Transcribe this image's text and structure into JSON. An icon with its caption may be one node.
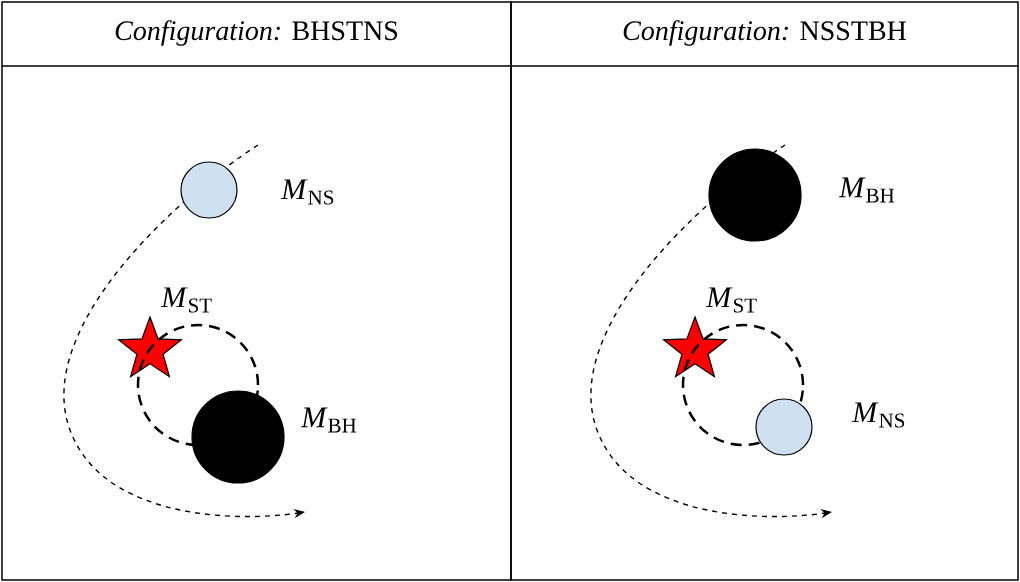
{
  "diagram": {
    "nodes": [
      {
        "text": [
          "*Configuration:* BHSTNS"
        ]
      },
      {
        "text": [],
        "shape": "circle",
        "in": 0,
        "beside": [
          "*M*$_{NS}$"
        ]
      },
      {
        "text": [],
        "shape": "star",
        "in": 0,
        "beside": [
          "*M*$_{ST}$"
        ]
      },
      {
        "text": [],
        "shape": "circle",
        "in": 0
      },
      {
        "text": [],
        "shape": "circle",
        "in": 0,
        "beside": [
          "*M*$_{BH}$"
        ]
      },
      {
        "text": [
          "*Configuration:* NSSTBH"
        ]
      },
      {
        "text": [],
        "shape": "circle",
        "in": 5,
        "beside": [
          "*M*$_{BH}$"
        ]
      },
      {
        "text": [],
        "shape": "star",
        "in": 5,
        "beside": [
          "*M*$_{ST}$"
        ]
      },
      {
        "text": [],
        "shape": "circle",
        "in": 5
      },
      {
        "text": [],
        "shape": "circle",
        "in": 5,
        "beside": [
          "*M*$_{NS}$"
        ]
      }
    ]
  }
}
